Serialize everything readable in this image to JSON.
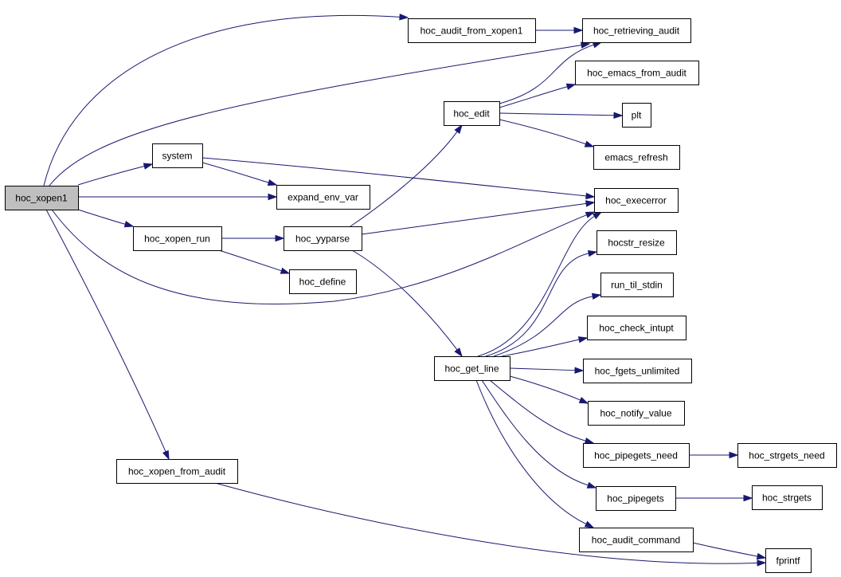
{
  "graph": {
    "colors": {
      "edge": "#191970",
      "root_fill": "#bfbfbf",
      "node_fill": "#ffffff"
    },
    "nodes": [
      {
        "id": "hoc_xopen1",
        "label": "hoc_xopen1",
        "root": true
      },
      {
        "id": "hoc_audit_from_xopen1",
        "label": "hoc_audit_from_xopen1"
      },
      {
        "id": "hoc_retrieving_audit",
        "label": "hoc_retrieving_audit"
      },
      {
        "id": "hoc_emacs_from_audit",
        "label": "hoc_emacs_from_audit"
      },
      {
        "id": "hoc_edit",
        "label": "hoc_edit"
      },
      {
        "id": "plt",
        "label": "plt"
      },
      {
        "id": "emacs_refresh",
        "label": "emacs_refresh"
      },
      {
        "id": "system",
        "label": "system"
      },
      {
        "id": "expand_env_var",
        "label": "expand_env_var"
      },
      {
        "id": "hoc_execerror",
        "label": "hoc_execerror"
      },
      {
        "id": "hoc_xopen_run",
        "label": "hoc_xopen_run"
      },
      {
        "id": "hoc_yyparse",
        "label": "hoc_yyparse"
      },
      {
        "id": "hocstr_resize",
        "label": "hocstr_resize"
      },
      {
        "id": "hoc_define",
        "label": "hoc_define"
      },
      {
        "id": "run_til_stdin",
        "label": "run_til_stdin"
      },
      {
        "id": "hoc_check_intupt",
        "label": "hoc_check_intupt"
      },
      {
        "id": "hoc_get_line",
        "label": "hoc_get_line"
      },
      {
        "id": "hoc_fgets_unlimited",
        "label": "hoc_fgets_unlimited"
      },
      {
        "id": "hoc_notify_value",
        "label": "hoc_notify_value"
      },
      {
        "id": "hoc_pipegets_need",
        "label": "hoc_pipegets_need"
      },
      {
        "id": "hoc_strgets_need",
        "label": "hoc_strgets_need"
      },
      {
        "id": "hoc_xopen_from_audit",
        "label": "hoc_xopen_from_audit"
      },
      {
        "id": "hoc_pipegets",
        "label": "hoc_pipegets"
      },
      {
        "id": "hoc_strgets",
        "label": "hoc_strgets"
      },
      {
        "id": "hoc_audit_command",
        "label": "hoc_audit_command"
      },
      {
        "id": "fprintf",
        "label": "fprintf"
      }
    ],
    "edges": [
      {
        "from": "hoc_xopen1",
        "to": "hoc_audit_from_xopen1"
      },
      {
        "from": "hoc_xopen1",
        "to": "hoc_retrieving_audit"
      },
      {
        "from": "hoc_xopen1",
        "to": "system"
      },
      {
        "from": "hoc_xopen1",
        "to": "expand_env_var"
      },
      {
        "from": "hoc_xopen1",
        "to": "hoc_xopen_run"
      },
      {
        "from": "hoc_xopen1",
        "to": "hoc_execerror"
      },
      {
        "from": "hoc_xopen1",
        "to": "hoc_xopen_from_audit"
      },
      {
        "from": "hoc_audit_from_xopen1",
        "to": "hoc_retrieving_audit"
      },
      {
        "from": "hoc_edit",
        "to": "hoc_retrieving_audit"
      },
      {
        "from": "hoc_edit",
        "to": "hoc_emacs_from_audit"
      },
      {
        "from": "hoc_edit",
        "to": "plt"
      },
      {
        "from": "hoc_edit",
        "to": "emacs_refresh"
      },
      {
        "from": "system",
        "to": "expand_env_var"
      },
      {
        "from": "system",
        "to": "hoc_execerror"
      },
      {
        "from": "hoc_xopen_run",
        "to": "hoc_yyparse"
      },
      {
        "from": "hoc_xopen_run",
        "to": "hoc_define"
      },
      {
        "from": "hoc_yyparse",
        "to": "hoc_edit"
      },
      {
        "from": "hoc_yyparse",
        "to": "hoc_execerror"
      },
      {
        "from": "hoc_yyparse",
        "to": "hoc_get_line"
      },
      {
        "from": "hoc_get_line",
        "to": "hoc_execerror"
      },
      {
        "from": "hoc_get_line",
        "to": "hocstr_resize"
      },
      {
        "from": "hoc_get_line",
        "to": "run_til_stdin"
      },
      {
        "from": "hoc_get_line",
        "to": "hoc_check_intupt"
      },
      {
        "from": "hoc_get_line",
        "to": "hoc_fgets_unlimited"
      },
      {
        "from": "hoc_get_line",
        "to": "hoc_notify_value"
      },
      {
        "from": "hoc_get_line",
        "to": "hoc_pipegets_need"
      },
      {
        "from": "hoc_get_line",
        "to": "hoc_pipegets"
      },
      {
        "from": "hoc_get_line",
        "to": "hoc_audit_command"
      },
      {
        "from": "hoc_pipegets_need",
        "to": "hoc_strgets_need"
      },
      {
        "from": "hoc_pipegets",
        "to": "hoc_strgets"
      },
      {
        "from": "hoc_audit_command",
        "to": "fprintf"
      },
      {
        "from": "hoc_xopen_from_audit",
        "to": "fprintf"
      }
    ]
  }
}
